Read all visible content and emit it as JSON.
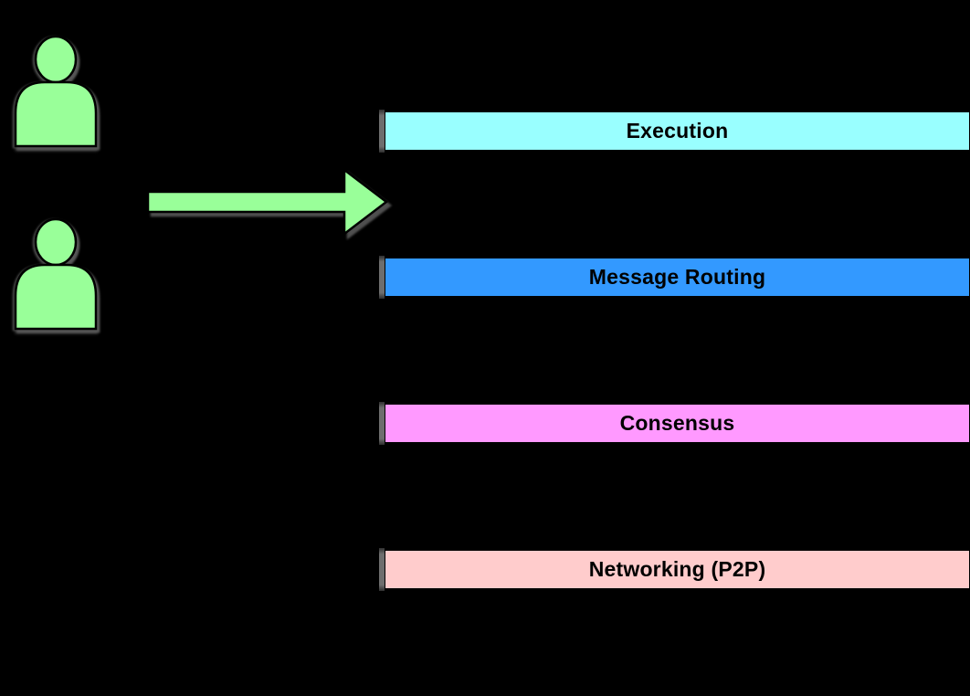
{
  "diagram": {
    "background_color": "#000000",
    "text_color": "#000000",
    "shadow_color": "#565656",
    "actors": {
      "icon": "user-icon",
      "count": 2,
      "fill_color": "#99FF99"
    },
    "arrow": {
      "icon": "arrow-right-icon",
      "direction": "right",
      "fill_color": "#99FF99"
    },
    "layers": [
      {
        "label": "Execution",
        "color": "#99FFFF"
      },
      {
        "label": "Message Routing",
        "color": "#3399FF"
      },
      {
        "label": "Consensus",
        "color": "#FF99FF"
      },
      {
        "label": "Networking (P2P)",
        "color": "#FFCCCC"
      }
    ]
  }
}
